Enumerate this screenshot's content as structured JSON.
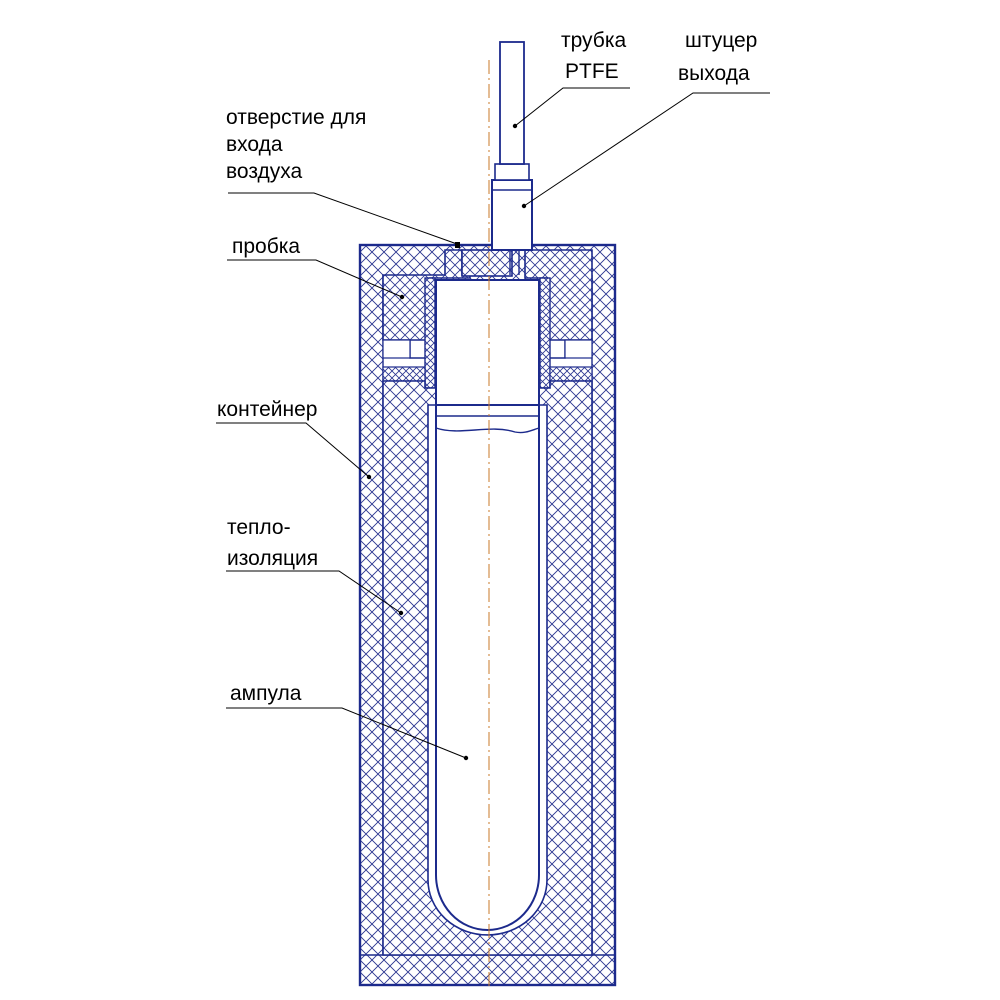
{
  "labels": {
    "tube": [
      "трубка",
      "PTFE"
    ],
    "fitting": [
      "штуцер",
      "выхода"
    ],
    "air_hole": [
      "отверстие для",
      "входа",
      "воздуха"
    ],
    "plug": "пробка",
    "container": "контейнер",
    "insulation": [
      "тепло-",
      "изоляция"
    ],
    "ampoule": "ампула"
  },
  "colors": {
    "outline": "#1c2a8c",
    "hatch": "#2a3590",
    "axis": "#c87a2a",
    "text": "#000000"
  }
}
